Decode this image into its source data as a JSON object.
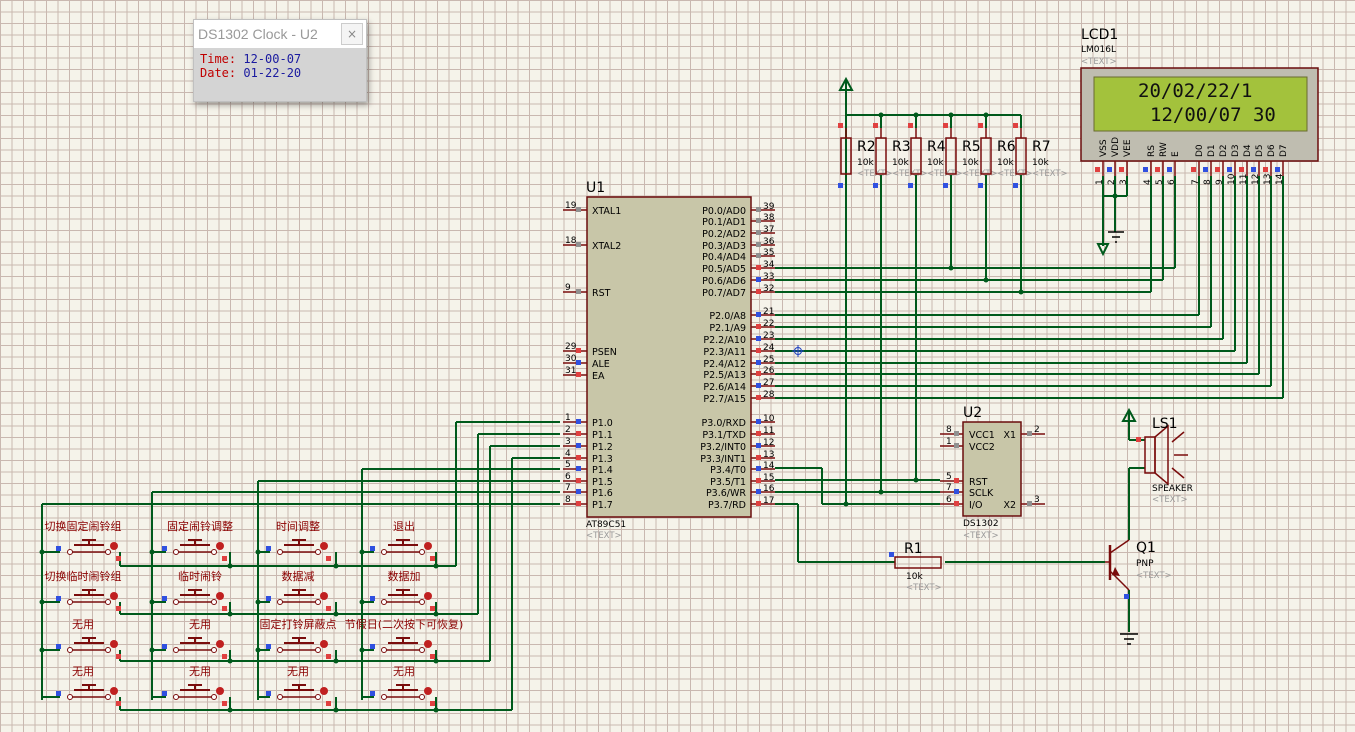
{
  "popup": {
    "title": "DS1302 Clock - U2",
    "close": "×",
    "time_label": "Time:",
    "time_value": "12-00-07",
    "date_label": "Date:",
    "date_value": "01-22-20"
  },
  "lcd": {
    "ref": "LCD1",
    "model": "LM016L",
    "text_tag": "<TEXT>",
    "line1": "20/02/22/1",
    "line2": "12/00/07 30",
    "pin_names": [
      "VSS",
      "VDD",
      "VEE",
      "RS",
      "RW",
      "E",
      "D0",
      "D1",
      "D2",
      "D3",
      "D4",
      "D5",
      "D6",
      "D7"
    ],
    "pin_numbers": [
      "1",
      "2",
      "3",
      "4",
      "5",
      "6",
      "7",
      "8",
      "9",
      "10",
      "11",
      "12",
      "13",
      "14"
    ]
  },
  "u1": {
    "ref": "U1",
    "model": "AT89C51",
    "text_tag": "<TEXT>",
    "left_pins": [
      {
        "num": "19",
        "name": "XTAL1"
      },
      {
        "num": "18",
        "name": "XTAL2"
      },
      {
        "num": "9",
        "name": "RST"
      },
      {
        "num": "29",
        "name": "PSEN"
      },
      {
        "num": "30",
        "name": "ALE"
      },
      {
        "num": "31",
        "name": "EA"
      },
      {
        "num": "1",
        "name": "P1.0"
      },
      {
        "num": "2",
        "name": "P1.1"
      },
      {
        "num": "3",
        "name": "P1.2"
      },
      {
        "num": "4",
        "name": "P1.3"
      },
      {
        "num": "5",
        "name": "P1.4"
      },
      {
        "num": "6",
        "name": "P1.5"
      },
      {
        "num": "7",
        "name": "P1.6"
      },
      {
        "num": "8",
        "name": "P1.7"
      }
    ],
    "right_pins": [
      {
        "num": "39",
        "name": "P0.0/AD0"
      },
      {
        "num": "38",
        "name": "P0.1/AD1"
      },
      {
        "num": "37",
        "name": "P0.2/AD2"
      },
      {
        "num": "36",
        "name": "P0.3/AD3"
      },
      {
        "num": "35",
        "name": "P0.4/AD4"
      },
      {
        "num": "34",
        "name": "P0.5/AD5"
      },
      {
        "num": "33",
        "name": "P0.6/AD6"
      },
      {
        "num": "32",
        "name": "P0.7/AD7"
      },
      {
        "num": "21",
        "name": "P2.0/A8"
      },
      {
        "num": "22",
        "name": "P2.1/A9"
      },
      {
        "num": "23",
        "name": "P2.2/A10"
      },
      {
        "num": "24",
        "name": "P2.3/A11"
      },
      {
        "num": "25",
        "name": "P2.4/A12"
      },
      {
        "num": "26",
        "name": "P2.5/A13"
      },
      {
        "num": "27",
        "name": "P2.6/A14"
      },
      {
        "num": "28",
        "name": "P2.7/A15"
      },
      {
        "num": "10",
        "name": "P3.0/RXD"
      },
      {
        "num": "11",
        "name": "P3.1/TXD"
      },
      {
        "num": "12",
        "name": "P3.2/INT0"
      },
      {
        "num": "13",
        "name": "P3.3/INT1"
      },
      {
        "num": "14",
        "name": "P3.4/T0"
      },
      {
        "num": "15",
        "name": "P3.5/T1"
      },
      {
        "num": "16",
        "name": "P3.6/WR"
      },
      {
        "num": "17",
        "name": "P3.7/RD"
      }
    ]
  },
  "u2": {
    "ref": "U2",
    "model": "DS1302",
    "text_tag": "<TEXT>",
    "left_pins": [
      {
        "num": "8",
        "name": "VCC1"
      },
      {
        "num": "1",
        "name": "VCC2"
      },
      {
        "num": "5",
        "name": "RST"
      },
      {
        "num": "7",
        "name": "SCLK"
      },
      {
        "num": "6",
        "name": "I/O"
      }
    ],
    "right_pins": [
      {
        "num": "2",
        "name": "X1"
      },
      {
        "num": "3",
        "name": "X2"
      }
    ]
  },
  "resistors": [
    {
      "ref": "R2",
      "value": "10k",
      "text_tag": "<TEXT>"
    },
    {
      "ref": "R3",
      "value": "10k",
      "text_tag": "<TEXT>"
    },
    {
      "ref": "R4",
      "value": "10k",
      "text_tag": "<TEXT>"
    },
    {
      "ref": "R5",
      "value": "10k",
      "text_tag": "<TEXT>"
    },
    {
      "ref": "R6",
      "value": "10k",
      "text_tag": "<TEXT>"
    },
    {
      "ref": "R7",
      "value": "10k",
      "text_tag": "<TEXT>"
    }
  ],
  "r1": {
    "ref": "R1",
    "value": "10k",
    "text_tag": "<TEXT>"
  },
  "speaker": {
    "ref": "LS1",
    "model": "SPEAKER",
    "text_tag": "<TEXT>"
  },
  "transistor": {
    "ref": "Q1",
    "model": "PNP",
    "text_tag": "<TEXT>"
  },
  "buttons": [
    [
      "切换固定闹铃组",
      "固定闹铃调整",
      "时间调整",
      "退出"
    ],
    [
      "切换临时闹铃组",
      "临时闹铃",
      "数据减",
      "数据加"
    ],
    [
      "无用",
      "无用",
      "固定打铃屏蔽点",
      "节假日(二次按下可恢复)"
    ],
    [
      "无用",
      "无用",
      "无用",
      "无用"
    ]
  ]
}
